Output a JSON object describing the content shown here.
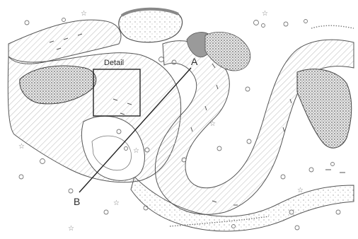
{
  "labels": {
    "detail": "Detail",
    "point_a": "A",
    "point_b": "B"
  },
  "colors": {
    "ink": "#3a3a3a",
    "hatch": "#9a9a9a",
    "dense_texture": "#6e6e6e",
    "background": "#ffffff"
  }
}
